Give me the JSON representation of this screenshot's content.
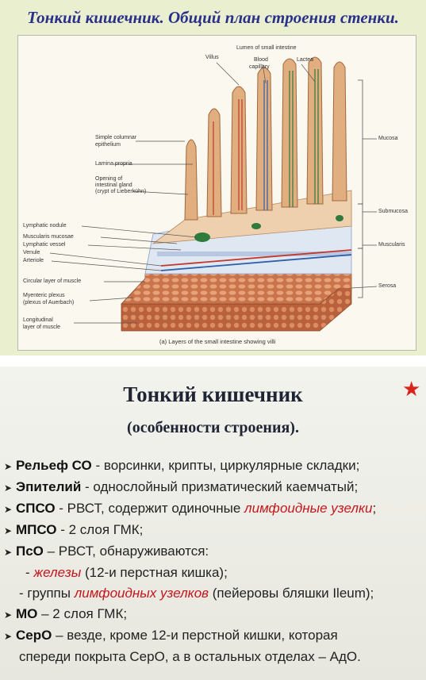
{
  "slide1": {
    "title": "Тонкий кишечник. Общий план строения стенки.",
    "labels": {
      "lumen": "Lumen of small intestine",
      "villus": "Villus",
      "blood": "Blood",
      "capillary": "capillary",
      "lactea": "Lactea",
      "simple_columnar_1": "Simple columnar",
      "simple_columnar_2": "epithelium",
      "lamina_propria": "Lamina propria",
      "opening_1": "Opening of",
      "opening_2": "intestinal gland",
      "opening_3": "(crypt of Lieberkühn)",
      "lymphatic_nodule": "Lymphatic nodule",
      "muscularis_mucosae": "Muscularis mucosae",
      "lymphatic_vessel": "Lymphatic vessel",
      "venule": "Venule",
      "arteriole": "Arteriole",
      "circular_layer": "Circular layer of muscle",
      "myenteric_1": "Myenteric plexus",
      "myenteric_2": "(plexus of Auerbach)",
      "longitudinal_1": "Longitudinal",
      "longitudinal_2": "layer of muscle",
      "mucosa": "Mucosa",
      "submucosa": "Submucosa",
      "muscularis": "Muscularis",
      "serosa": "Serosa"
    },
    "caption": "(a) Layers of the small intestine showing villi"
  },
  "slide2": {
    "title": "Тонкий кишечник",
    "subtitle": "(особенности строения).",
    "items": {
      "relief_term": "Рельеф СО",
      "relief_text": " - ворсинки, крипты, циркулярные складки;",
      "epit_term": "Эпителий",
      "epit_text": " - однослойный призматический каемчатый;",
      "spso_term": "СПСО",
      "spso_text": " - РВСТ, содержит одиночные ",
      "spso_red": "лимфоидные узелки",
      "spso_end": ";",
      "mpso_term": "МПСО",
      "mpso_text": " - 2 слоя ГМК;",
      "pso_term": "ПсО",
      "pso_text": " – РВСТ, обнаруживаются:",
      "sub1_pre": "- ",
      "sub1_red": "железы",
      "sub1_text": " (12-и перстная кишка);",
      "sub2_pre": "- группы ",
      "sub2_red": "лимфоидных узелков",
      "sub2_text": " (пейеровы бляшки Ileum);",
      "mo_term": "МО",
      "mo_text": " – 2 слоя ГМК;",
      "sero_term": "СерО",
      "sero_text": " – везде, кроме 12-и перстной кишки, которая",
      "sero_cont": "спереди покрыта СерО, а в остальных отделах – АдО."
    }
  },
  "colors": {
    "title1": "#2a2f8a",
    "red_text": "#c4161c",
    "star": "#d9241c",
    "villus_fill": "#e0ae7f",
    "muscle_fill": "#c9734a"
  }
}
